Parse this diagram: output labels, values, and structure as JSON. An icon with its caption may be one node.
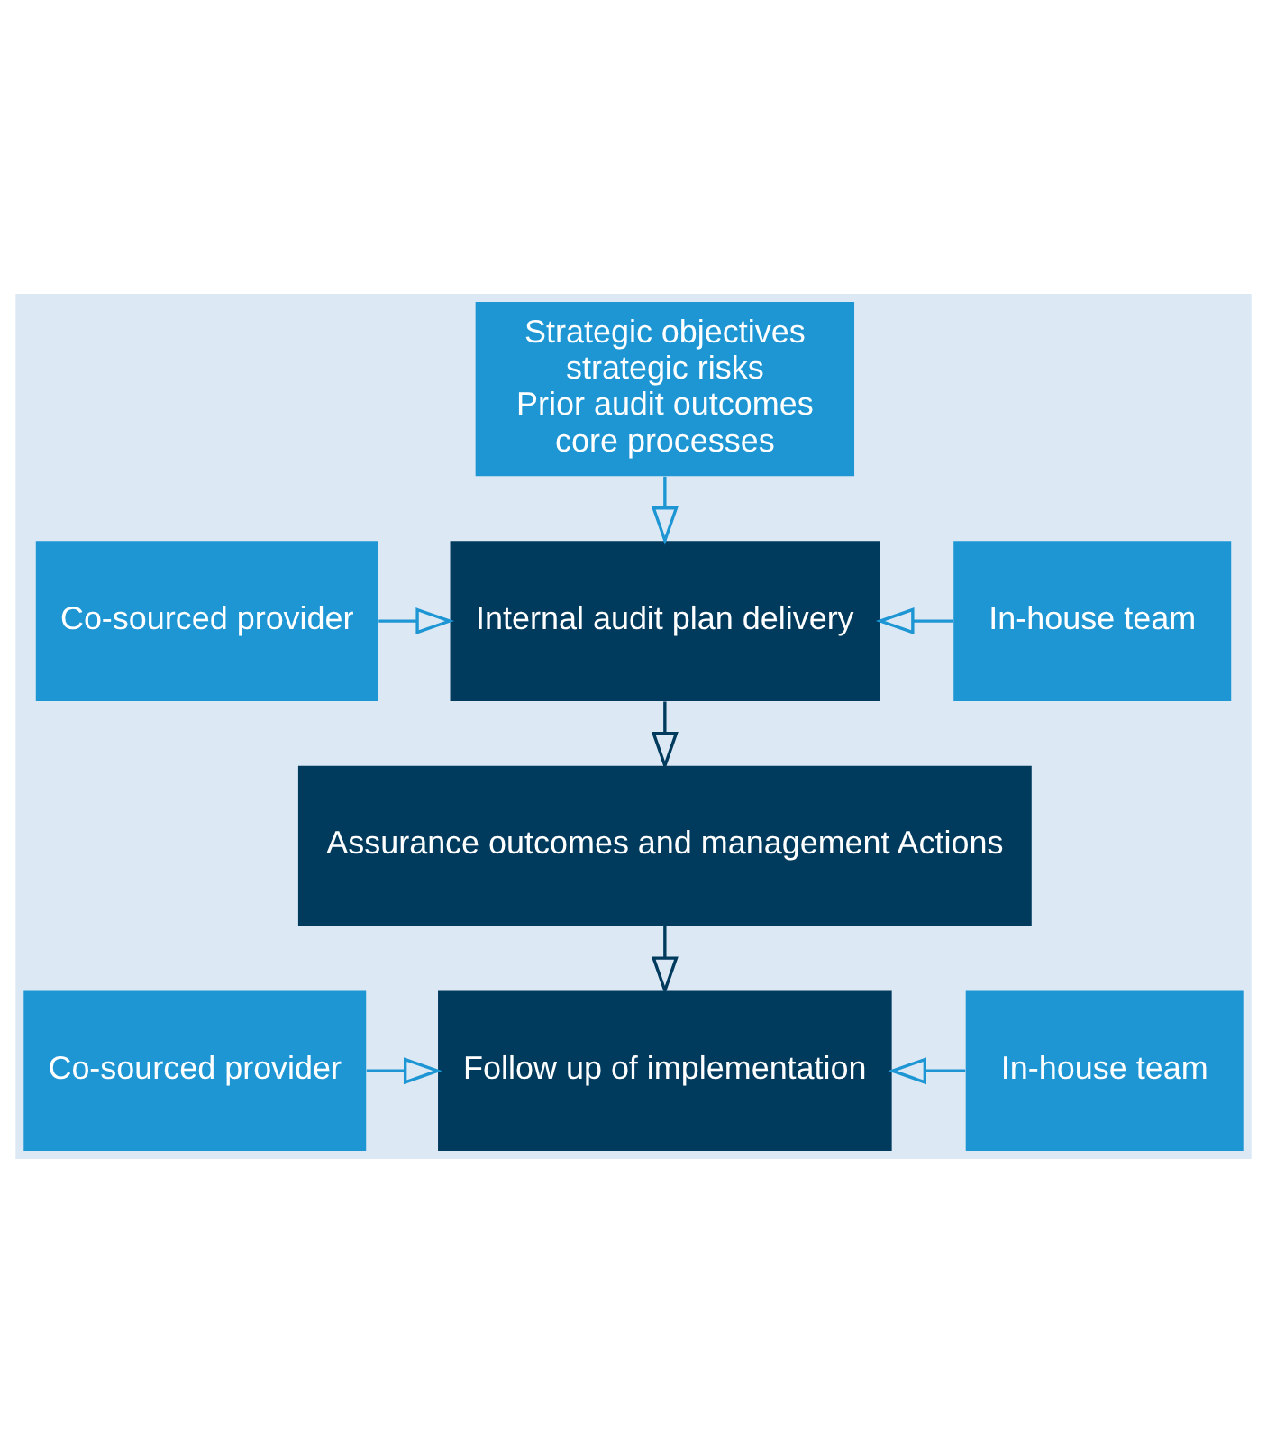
{
  "diagram": {
    "nodes": [
      {
        "text": [
          "Strategic objectives",
          "strategic risks",
          "Prior audit outcomes",
          "core processes"
        ]
      },
      {
        "text": [
          "Co-sourced provider"
        ]
      },
      {
        "text": [
          "Internal audit plan delivery"
        ]
      },
      {
        "text": [
          "In-house team"
        ]
      },
      {
        "text": [
          "Assurance outcomes and management Actions"
        ]
      },
      {
        "text": [
          "Co-sourced provider"
        ]
      },
      {
        "text": [
          "Follow up of implementation"
        ]
      },
      {
        "text": [
          "In-house team"
        ]
      }
    ],
    "edges": [
      {
        "from": 0,
        "to": 2,
        "arrow": "to"
      },
      {
        "from": 1,
        "to": 2,
        "arrow": "to"
      },
      {
        "from": 3,
        "to": 2,
        "arrow": "to"
      },
      {
        "from": 2,
        "to": 4,
        "arrow": "to",
        "color": "#003a5d"
      },
      {
        "from": 4,
        "to": 6,
        "arrow": "to",
        "color": "#003a5d"
      },
      {
        "from": 5,
        "to": 6,
        "arrow": "to"
      },
      {
        "from": 7,
        "to": 6,
        "arrow": "to"
      }
    ]
  }
}
